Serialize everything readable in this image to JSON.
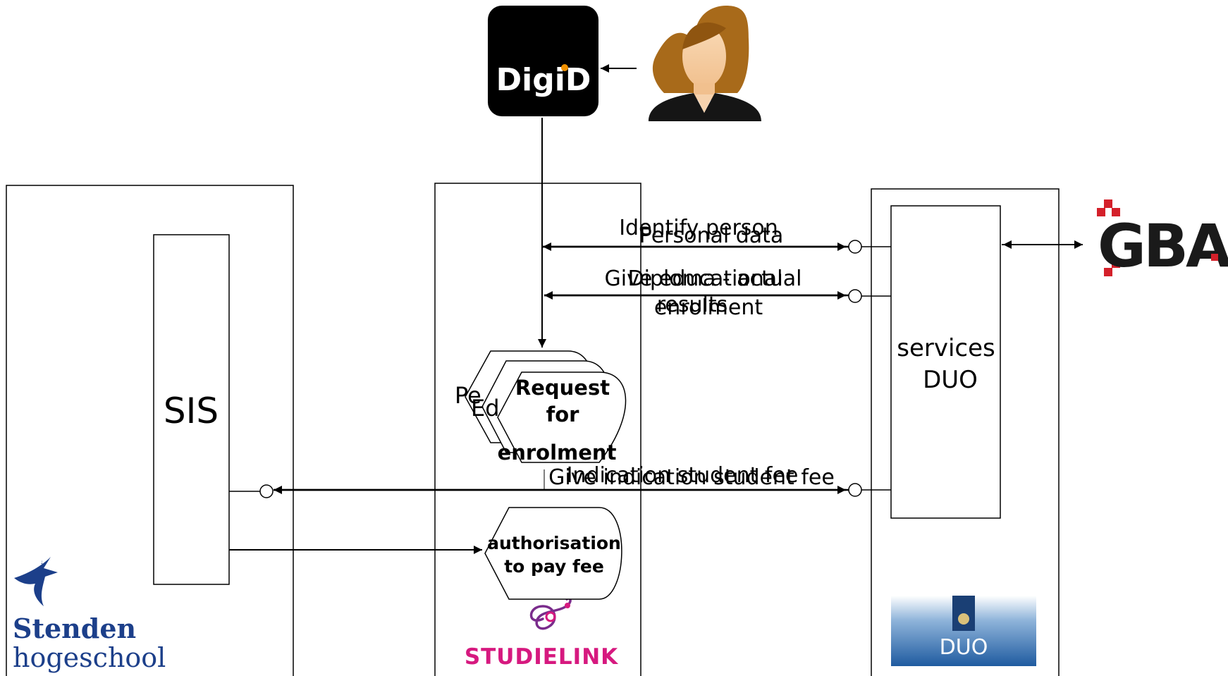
{
  "digid": {
    "logo_text": "DigiD"
  },
  "sis": {
    "label": "SIS"
  },
  "duo_services": {
    "line1": "services",
    "line2": "DUO"
  },
  "gba": {
    "logo_text": "GBA"
  },
  "stenden": {
    "line1": "Stenden",
    "line2": "hogeschool"
  },
  "studielink": {
    "logo_text": "STUDIELINK"
  },
  "duo_logo": {
    "logo_text": "DUO"
  },
  "messages": {
    "identify_person": "Identify person",
    "personal_data": "Personal data",
    "give_educational": "Give educational",
    "results": "results",
    "diploma_actual": "Diploma - actual",
    "enrolment": "enrolment",
    "indication_student_fee": "Indication student fee",
    "give_indication_student_fee": "Give indication student fee"
  },
  "documents": {
    "back1": "Pe",
    "back2": "Ed",
    "request_line1": "Request",
    "request_line2": "for",
    "request_line3": "enrolment",
    "auth_line1": "authorisation",
    "auth_line2": "to pay fee"
  },
  "colors": {
    "digid_bg": "#000000",
    "digid_accent": "#f39200",
    "gba_red": "#d4202a",
    "gba_text": "#1a1a1a",
    "stenden_blue": "#1c3f8a",
    "studielink_pink": "#d6197f",
    "studielink_purple": "#7a2c8c",
    "duo_blue": "#1f5ba0"
  }
}
